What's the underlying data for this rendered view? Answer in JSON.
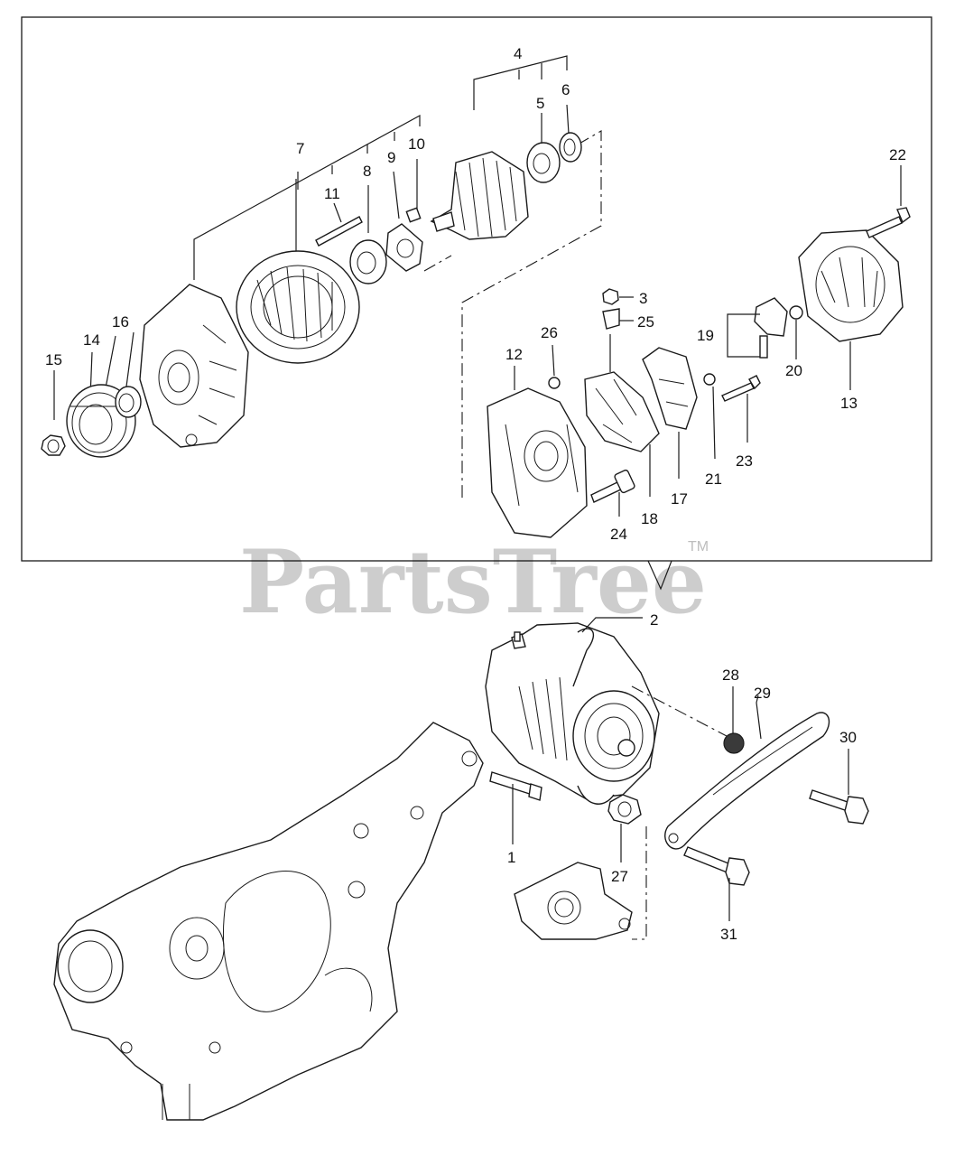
{
  "watermark": {
    "brand": "PartsTree",
    "trademark": "TM"
  },
  "callouts": {
    "p1": "1",
    "p2": "2",
    "p3": "3",
    "p4": "4",
    "p5": "5",
    "p6": "6",
    "p7": "7",
    "p8": "8",
    "p9": "9",
    "p10": "10",
    "p11": "11",
    "p12": "12",
    "p13": "13",
    "p14": "14",
    "p15": "15",
    "p16": "16",
    "p17": "17",
    "p18": "18",
    "p19": "19",
    "p20": "20",
    "p21": "21",
    "p22": "22",
    "p23": "23",
    "p24": "24",
    "p25": "25",
    "p26": "26",
    "p27": "27",
    "p28": "28",
    "p29": "29",
    "p30": "30",
    "p31": "31"
  }
}
